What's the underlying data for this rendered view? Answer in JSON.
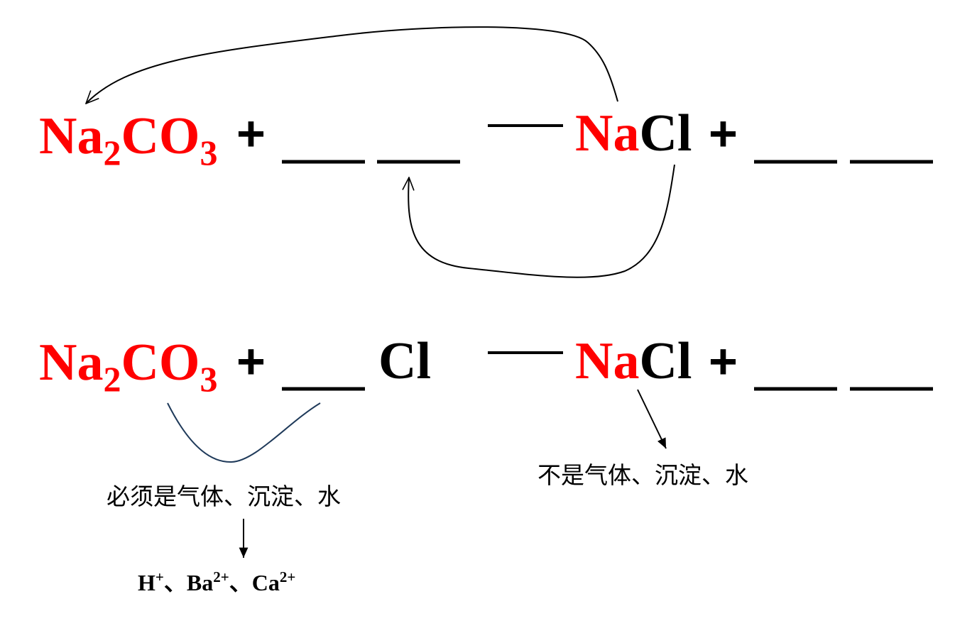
{
  "colors": {
    "highlight": "#ff0000",
    "text": "#000000",
    "curve": "#1f3a5a"
  },
  "equation_1": {
    "reactant_na": "Na",
    "reactant_na_sub": "2",
    "reactant_co": "CO",
    "reactant_co_sub": "3",
    "plus_1": "+",
    "arrow": "—",
    "product_na": "Na",
    "product_cl": "Cl",
    "plus_2": "+"
  },
  "equation_2": {
    "reactant_na": "Na",
    "reactant_na_sub": "2",
    "reactant_co": "CO",
    "reactant_co_sub": "3",
    "plus_1": "+",
    "reactant_cl": "Cl",
    "arrow": "—",
    "product_na": "Na",
    "product_cl": "Cl",
    "plus_2": "+"
  },
  "annotations": {
    "must_be": "必须是气体、沉淀、水",
    "not_be": "不是气体、沉淀、水",
    "ions": {
      "h": "H",
      "h_charge": "+",
      "sep_1": "、",
      "ba": "Ba",
      "ba_charge": "2+",
      "sep_2": "、",
      "ca": "Ca",
      "ca_charge": "2+"
    }
  }
}
